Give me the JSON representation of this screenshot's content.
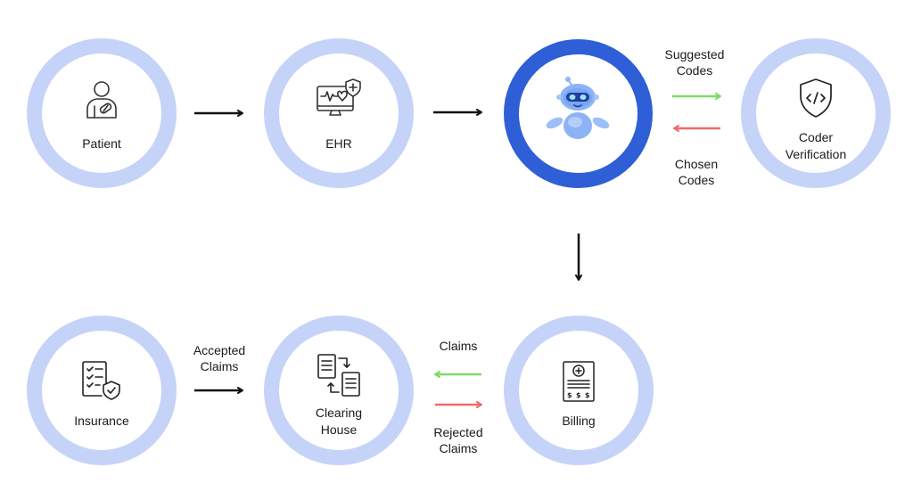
{
  "nodes": {
    "patient": {
      "label": "Patient"
    },
    "ehr": {
      "label": "EHR"
    },
    "ai": {
      "label": ""
    },
    "coder": {
      "label": "Coder\nVerification"
    },
    "insurance": {
      "label": "Insurance"
    },
    "clearing": {
      "label": "Clearing\nHouse"
    },
    "billing": {
      "label": "Billing"
    }
  },
  "edges": {
    "suggested": {
      "label": "Suggested\nCodes",
      "color": "#7ddb63"
    },
    "chosen": {
      "label": "Chosen\nCodes",
      "color": "#f06a6a"
    },
    "accepted": {
      "label": "Accepted\nClaims"
    },
    "claims": {
      "label": "Claims",
      "color": "#7ddb63"
    },
    "rejected": {
      "label": "Rejected\nClaims",
      "color": "#f06a6a"
    }
  },
  "colors": {
    "node_ring": "#c5d3f8",
    "ai_ring": "#2f5fd6",
    "arrow": "#111111"
  }
}
